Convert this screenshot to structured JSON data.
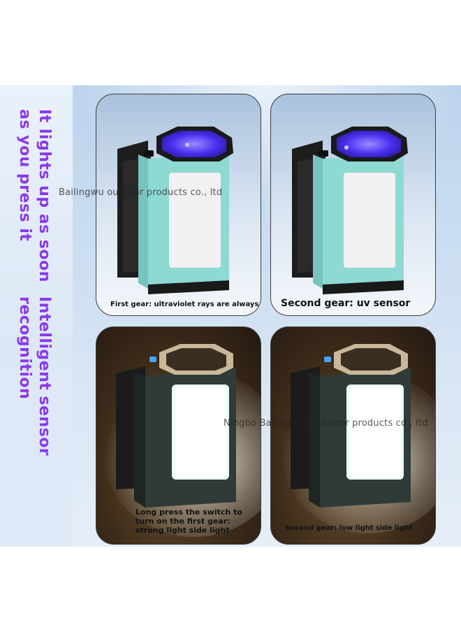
{
  "side_text": {
    "line1": "It lights up as soon",
    "line2": "as you press it",
    "line3": "Intelligent sensor",
    "line4": "recognition"
  },
  "cards": [
    {
      "caption": "First gear: ultraviolet rays are always on",
      "mode": "uv"
    },
    {
      "caption": "Second gear: uv sensor",
      "mode": "uv"
    },
    {
      "caption_lines": [
        "Long press the switch to",
        "turn on the first gear:",
        "strong light side light"
      ],
      "mode": "light"
    },
    {
      "caption": "Second gear: low light side light",
      "mode": "light"
    }
  ],
  "watermarks": {
    "top": "Bailingwu outdoor products co., ltd",
    "bottom": "Ningbo Bailingbird outdoor products co., ltd"
  },
  "colors": {
    "accent_text": "#8b38f0",
    "device_body": "#8fd9d3",
    "uv_glow": "#5a3dff",
    "side_light": "#e9fff6"
  }
}
